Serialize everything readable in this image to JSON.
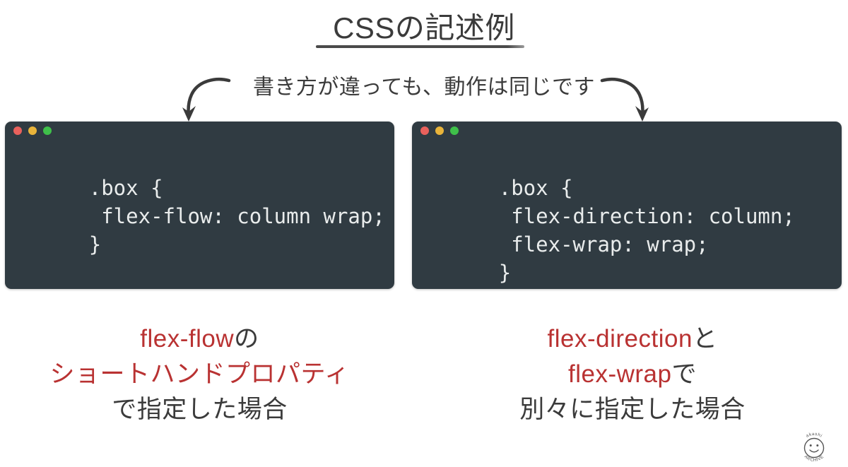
{
  "slide": {
    "title": "CSSの記述例",
    "annotation": "書き方が違っても、動作は同じです",
    "background_color": "#ffffff",
    "title_color": "#3b3b3b",
    "accent_color": "#b93232"
  },
  "windows": [
    {
      "name": "left",
      "background_color": "#303b42",
      "dots": [
        "red",
        "yellow",
        "green"
      ],
      "code_lines": [
        ".box {",
        " flex-flow: column wrap;",
        "}"
      ]
    },
    {
      "name": "right",
      "background_color": "#303b42",
      "dots": [
        "red",
        "yellow",
        "green"
      ],
      "code_lines": [
        ".box {",
        " flex-direction: column;",
        " flex-wrap: wrap;",
        "}"
      ]
    }
  ],
  "captions": {
    "left": {
      "line1_hl": "flex-flow",
      "line1_tail": "の",
      "line2_hl": "ショートハンドプロパティ",
      "line2_tail": "",
      "line3": "で指定した場合"
    },
    "right": {
      "line1_hl": "flex-direction",
      "line1_tail": "と",
      "line2_hl": "flex-wrap",
      "line2_tail": "で",
      "line3": "別々に指定した場合"
    }
  },
  "logo": {
    "top_text": "akashi",
    "bottom_text": "ARCHIVE",
    "icon": "smiley-face"
  }
}
